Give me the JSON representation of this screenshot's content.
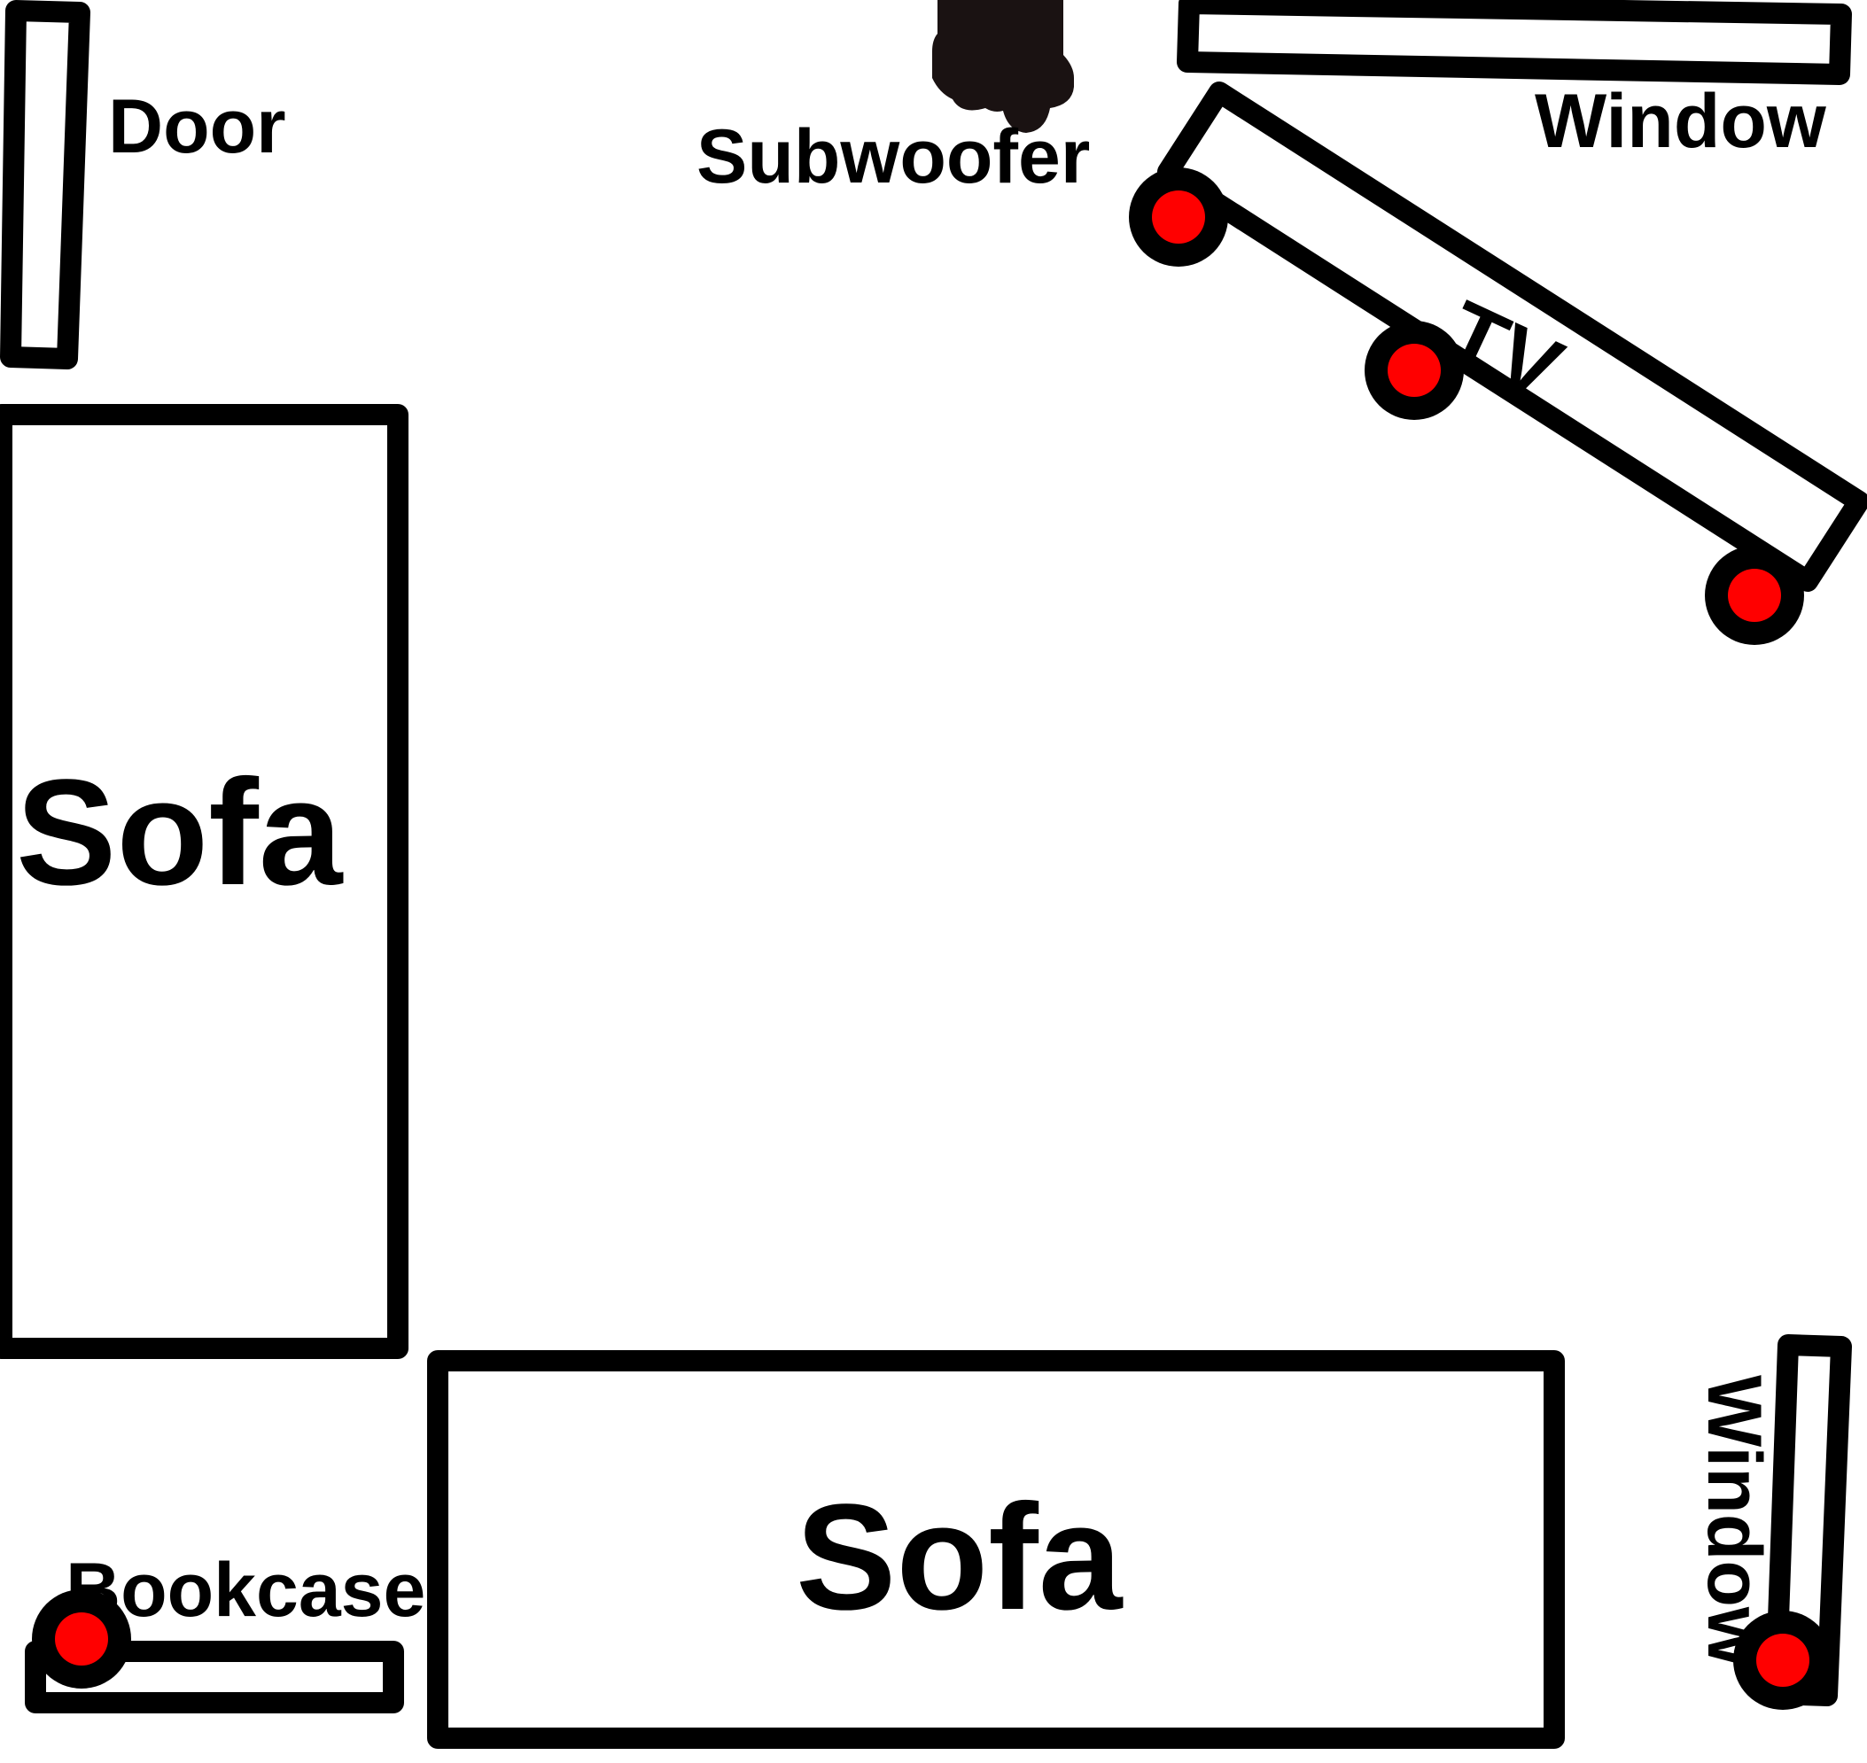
{
  "labels": {
    "door": "Door",
    "subwoofer": "Subwoofer",
    "window_top": "Window",
    "tv": "TV",
    "sofa_left": "Sofa",
    "sofa_bottom": "Sofa",
    "bookcase": "Bookcase",
    "window_right": "Window"
  },
  "colors": {
    "outline": "#000000",
    "speaker": "#ff0000",
    "subwoofer": "#1a1212",
    "background": "#ffffff"
  }
}
